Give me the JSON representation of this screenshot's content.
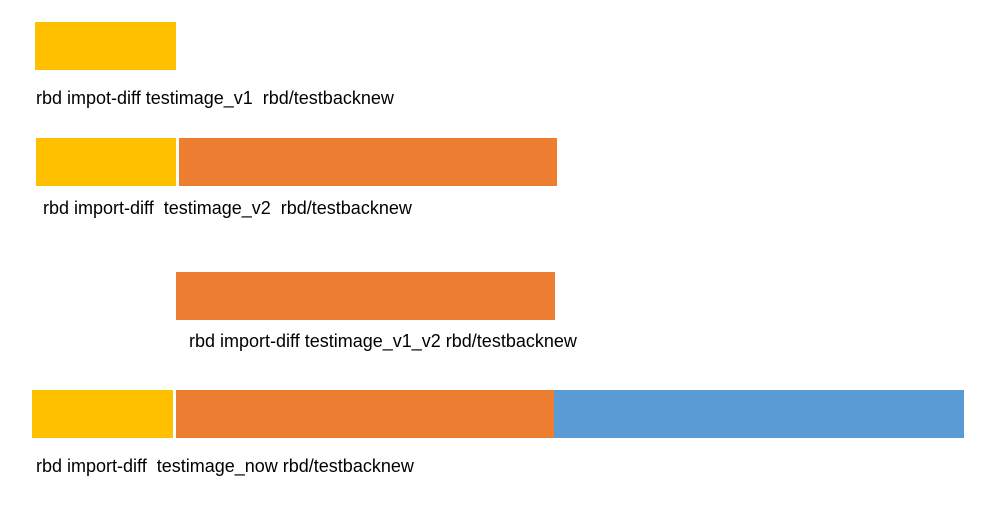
{
  "colors": {
    "v1_block": "#FFC000",
    "v2_block": "#ED7D31",
    "now_block": "#5B9BD5"
  },
  "rows": [
    {
      "caption": "rbd impot-diff testimage_v1  rbd/testbacknew",
      "blocks": [
        "v1"
      ]
    },
    {
      "caption": "rbd import-diff  testimage_v2  rbd/testbacknew",
      "blocks": [
        "v1",
        "v2"
      ]
    },
    {
      "caption": "rbd import-diff testimage_v1_v2 rbd/testbacknew",
      "blocks": [
        "v2"
      ]
    },
    {
      "caption": "rbd import-diff  testimage_now rbd/testbacknew",
      "blocks": [
        "v1",
        "v2",
        "now"
      ]
    }
  ]
}
